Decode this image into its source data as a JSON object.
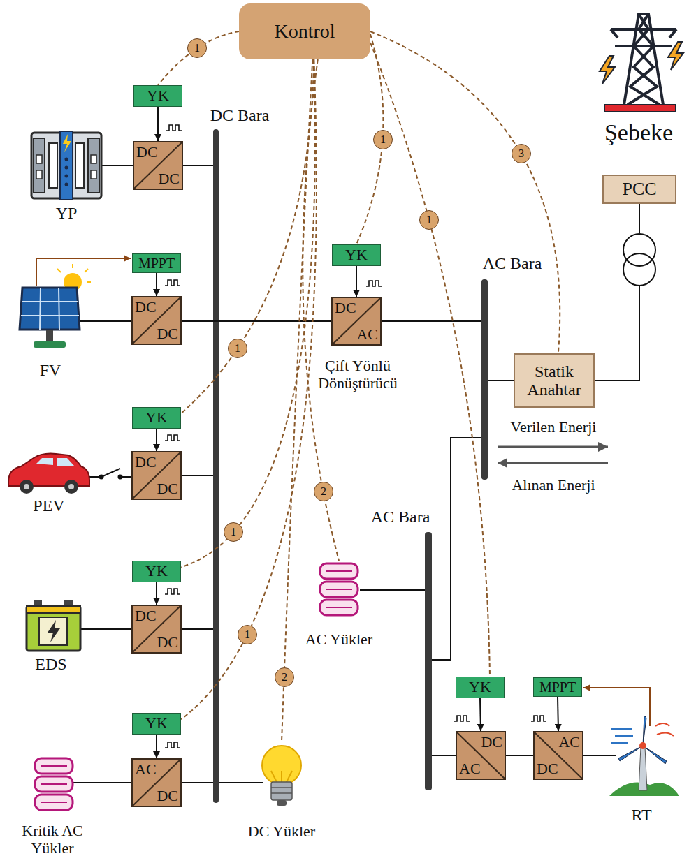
{
  "diagram": {
    "nodes": [
      {
        "text": [
          "Kontrol"
        ]
      },
      {
        "text": [
          "YK"
        ]
      },
      {
        "text": [
          "DC",
          "DC"
        ]
      },
      {
        "text": [
          "MPPT"
        ]
      },
      {
        "text": [
          "DC",
          "DC"
        ]
      },
      {
        "text": [
          "YK"
        ]
      },
      {
        "text": [
          "DC",
          "AC"
        ]
      },
      {
        "text": [
          "PCC"
        ]
      },
      {
        "text": [
          "Statik Anahtar"
        ]
      },
      {
        "text": [
          "YK"
        ]
      },
      {
        "text": [
          "DC",
          "DC"
        ]
      },
      {
        "text": [
          "YK"
        ]
      },
      {
        "text": [
          "DC",
          "DC"
        ]
      },
      {
        "text": [
          "AC Yükler"
        ]
      },
      {
        "text": [
          "YK"
        ]
      },
      {
        "text": [
          "AC",
          "DC"
        ]
      },
      {
        "text": [
          "DC Yükler"
        ]
      },
      {
        "text": [
          "YK"
        ]
      },
      {
        "text": [
          "MPPT"
        ]
      },
      {
        "text": [
          "DC",
          "AC"
        ]
      },
      {
        "text": [
          "AC",
          "DC"
        ]
      }
    ],
    "edges": [
      {
        "from": 0,
        "to": 1,
        "arrow": "none",
        "label": "1"
      },
      {
        "from": 1,
        "to": 2,
        "arrow": "to"
      },
      {
        "from": 3,
        "to": 4,
        "arrow": "to"
      },
      {
        "from": 0,
        "to": 5,
        "arrow": "none",
        "label": "1"
      },
      {
        "from": 5,
        "to": 6,
        "arrow": "to"
      },
      {
        "from": 0,
        "to": 17,
        "arrow": "none",
        "label": "1"
      },
      {
        "from": 17,
        "to": 19,
        "arrow": "to"
      },
      {
        "from": 18,
        "to": 20,
        "arrow": "to"
      },
      {
        "from": 19,
        "to": 20,
        "arrow": "none"
      },
      {
        "from": 0,
        "to": 8,
        "arrow": "none",
        "label": "3"
      },
      {
        "from": 0,
        "to": 9,
        "arrow": "none",
        "label": "1"
      },
      {
        "from": 0,
        "to": 11,
        "arrow": "none",
        "label": "1"
      },
      {
        "from": 0,
        "to": 14,
        "arrow": "none",
        "label": "1"
      },
      {
        "from": 0,
        "to": 13,
        "arrow": "none",
        "label": "2"
      },
      {
        "from": 0,
        "to": 16,
        "arrow": "none",
        "label": "2"
      },
      {
        "from": 9,
        "to": 10,
        "arrow": "to"
      },
      {
        "from": 11,
        "to": 12,
        "arrow": "to"
      },
      {
        "from": 14,
        "to": 15,
        "arrow": "to"
      }
    ],
    "labels": [
      "DC Bara",
      "Şebeke",
      "YP",
      "AC Bara",
      "FV",
      "Çift Yönlü Dönüştürücü",
      "Verilen Enerji",
      "Alınan Enerji",
      "PEV",
      "AC Bara",
      "EDS",
      "RT",
      "Kritik AC Yükler"
    ]
  }
}
